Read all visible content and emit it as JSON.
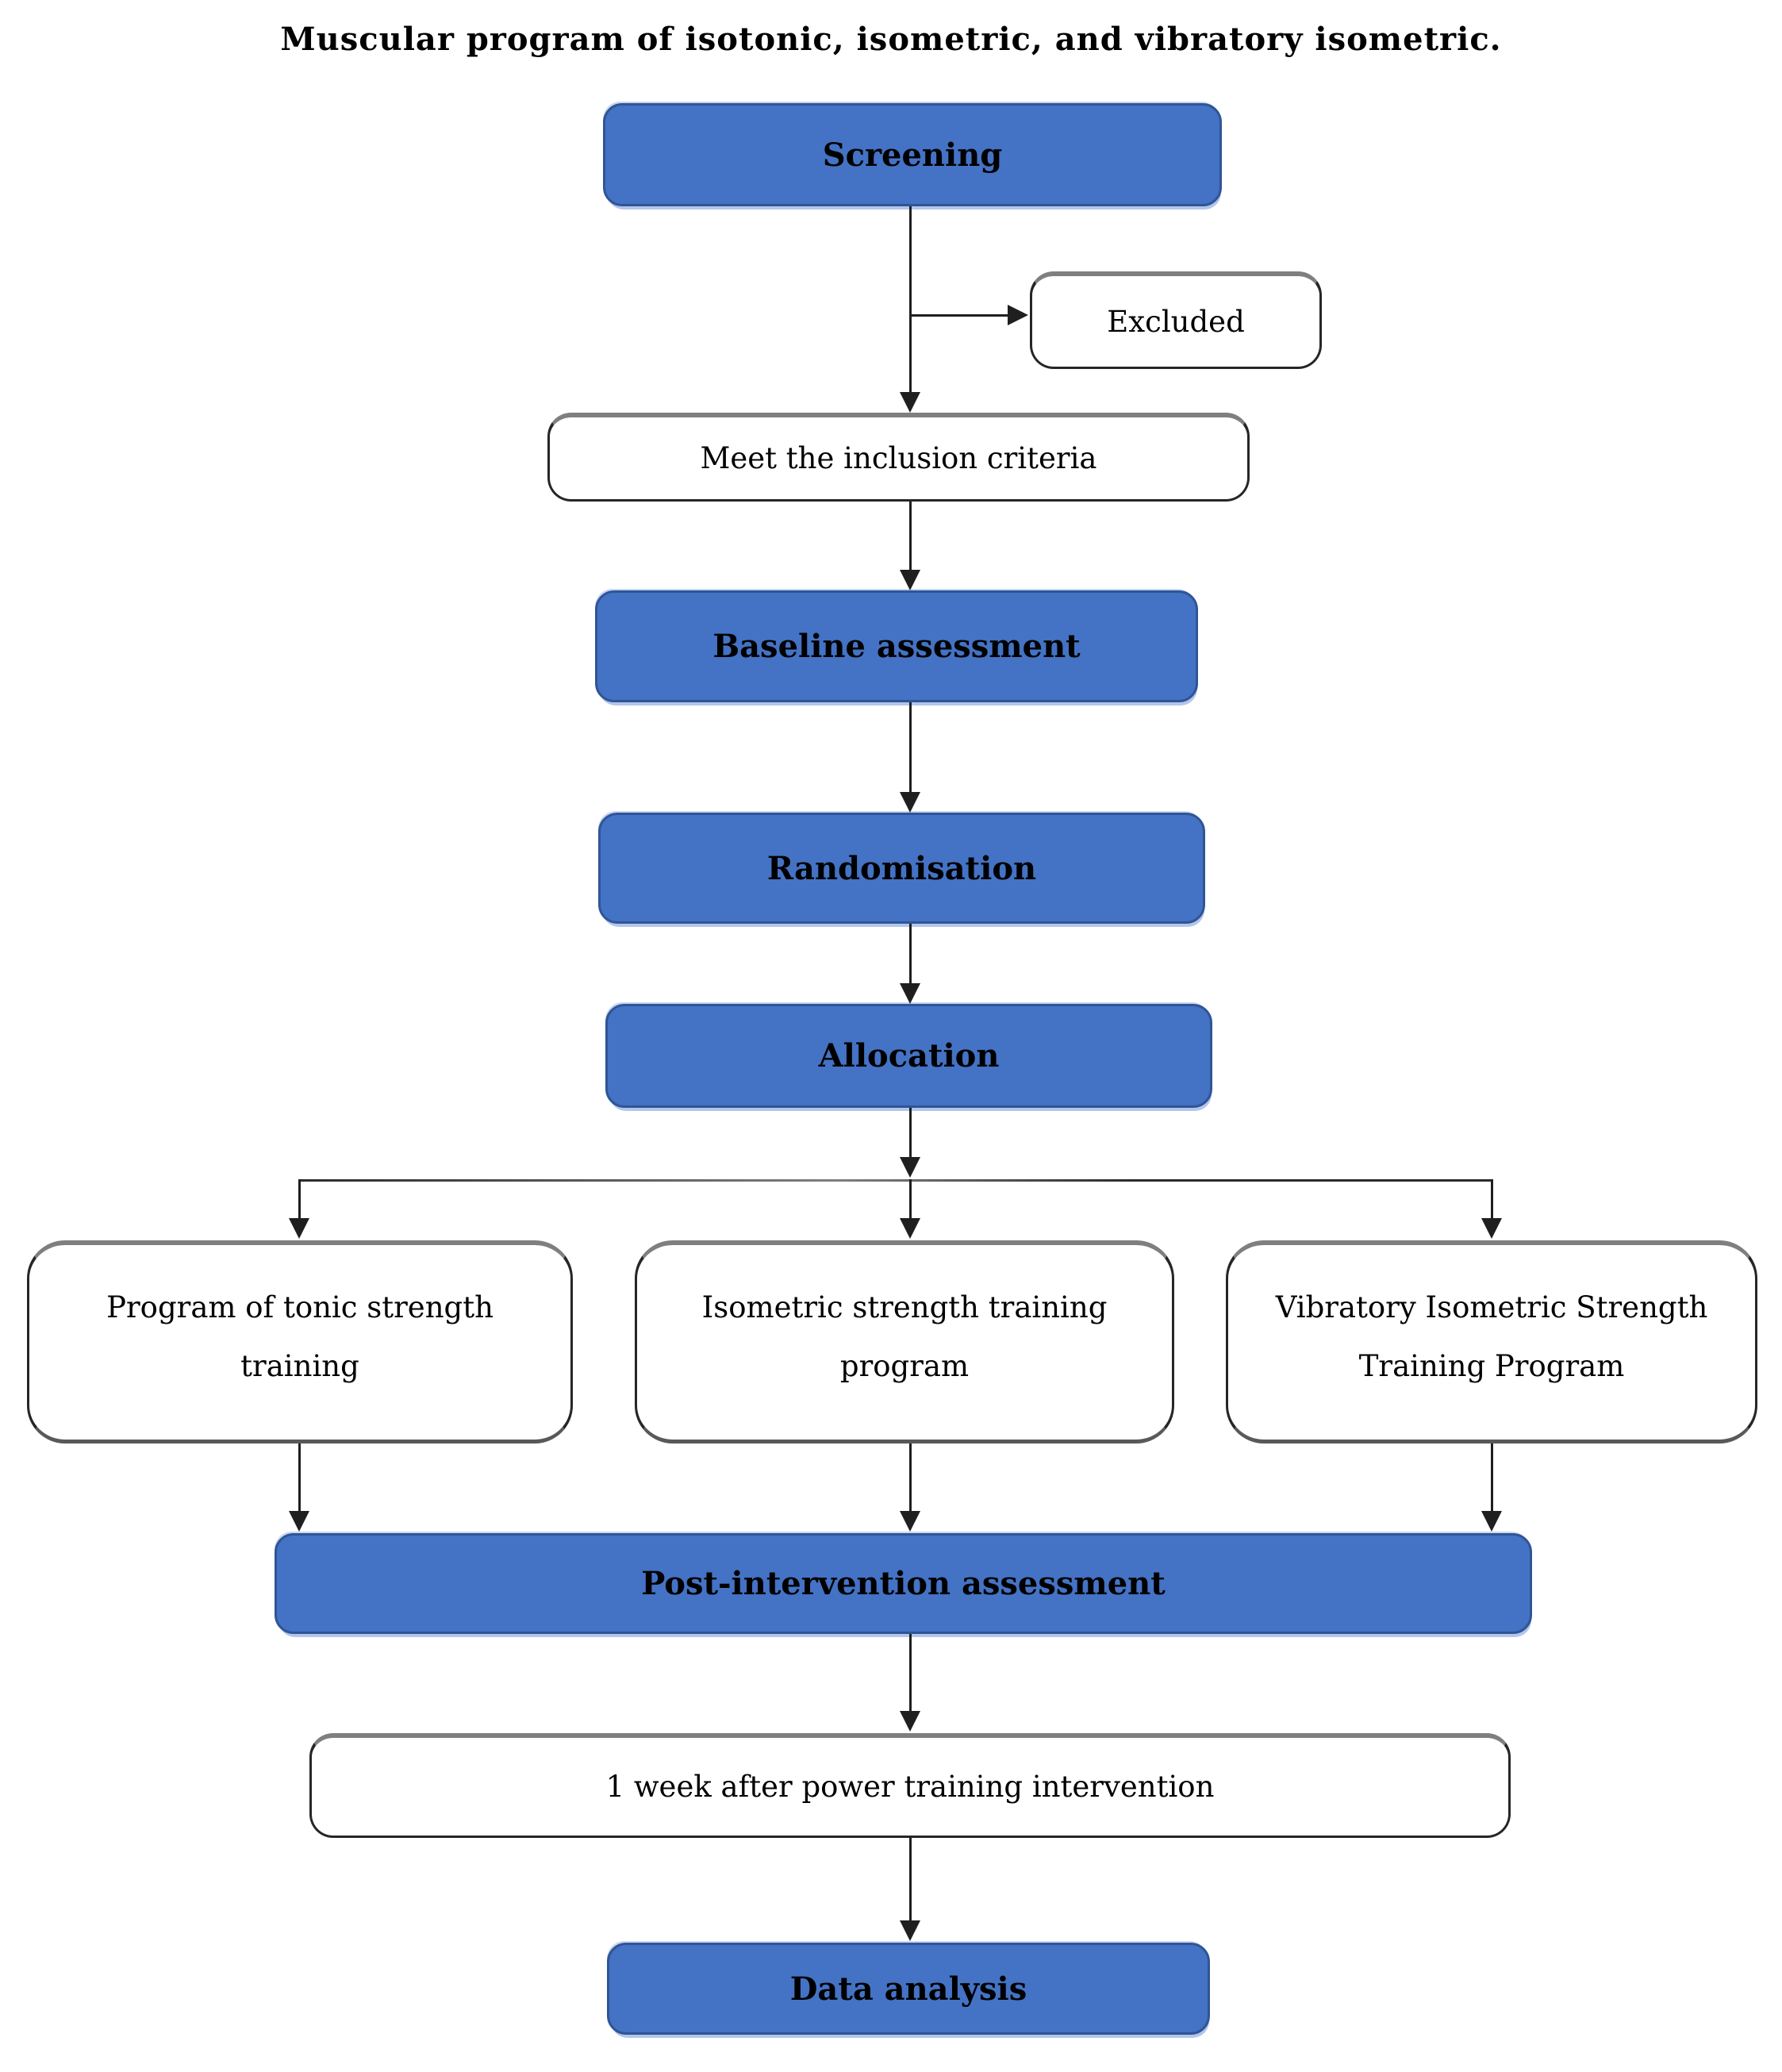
{
  "figure": {
    "title": "Muscular program of isotonic, isometric, and vibratory isometric."
  },
  "colors": {
    "node_fill_blue": "#4472C4",
    "node_border_blue": "#2F5597",
    "node_fill_white": "#FFFFFF",
    "node_border_dark": "#262626",
    "connector": "#1F1F1F"
  },
  "nodes": {
    "screening": {
      "label": "Screening",
      "style": "blue"
    },
    "excluded": {
      "label": "Excluded",
      "style": "white"
    },
    "meet_inclusion": {
      "label": "Meet the inclusion criteria",
      "style": "white"
    },
    "baseline": {
      "label": "Baseline assessment",
      "style": "blue"
    },
    "randomisation": {
      "label": "Randomisation",
      "style": "blue"
    },
    "allocation": {
      "label": "Allocation",
      "style": "blue"
    },
    "tonic_program": {
      "label": "Program of tonic strength training",
      "style": "white"
    },
    "isometric_program": {
      "label": "Isometric strength training program",
      "style": "white"
    },
    "vibratory_program": {
      "label": "Vibratory Isometric Strength Training Program",
      "style": "white"
    },
    "post_intervention": {
      "label": "Post-intervention assessment",
      "style": "blue"
    },
    "one_week_after": {
      "label": "1 week after power training intervention",
      "style": "white"
    },
    "data_analysis": {
      "label": "Data analysis",
      "style": "blue"
    }
  }
}
